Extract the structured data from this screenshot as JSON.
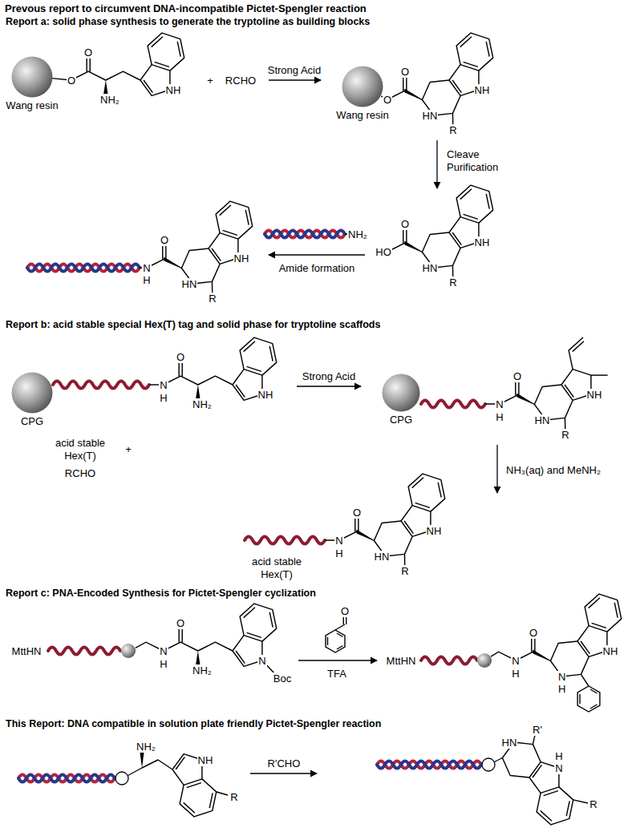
{
  "diagram": {
    "title": "Prevous report to circumvent DNA-incompatible Pictet-Spengler reaction",
    "nodes": [
      {
        "text": [
          "Wang resin"
        ]
      },
      {
        "text": [
          "Wang resin"
        ]
      },
      {
        "text": [
          "CPG"
        ]
      },
      {
        "text": [
          "CPG"
        ]
      }
    ],
    "labels": [
      "Report a: solid phase synthesis to generate the tryptoline as building blocks",
      "O",
      "O",
      "NH₂",
      "NH",
      "+",
      "RCHO",
      "Strong Acid",
      "O",
      "O",
      "HN",
      "R",
      "NH",
      "Cleave",
      "Purification",
      "O",
      "HO",
      "HN",
      "R",
      "NH",
      "NH₂",
      "Amide formation",
      "O",
      "N",
      "H",
      "HN",
      "R",
      "NH",
      "Report b: acid stable special Hex(T) tag and solid phase for tryptoline scaffods",
      "acid stable",
      "Hex(T)",
      "+",
      "RCHO",
      "O",
      "N",
      "H",
      "NH₂",
      "NH",
      "Strong Acid",
      "O",
      "N",
      "H",
      "HN",
      "R",
      "NH",
      "NH₃(aq) and MeNH₂",
      "acid stable",
      "Hex(T)",
      "O",
      "N",
      "H",
      "HN",
      "R",
      "NH",
      "Report c: PNA-Encoded Synthesis for Pictet-Spengler cyclization",
      "MttHN",
      "N",
      "H",
      "O",
      "NH₂",
      "N",
      "Boc",
      "O",
      "TFA",
      "MttHN",
      "O",
      "N",
      "H",
      "NH",
      "N",
      "H",
      "This Report: DNA compatible in solution plate friendly Pictet-Spengler reaction",
      "NH₂",
      "NH",
      "R",
      "R'CHO",
      "R'",
      "H",
      "N",
      "HN",
      "R"
    ]
  }
}
